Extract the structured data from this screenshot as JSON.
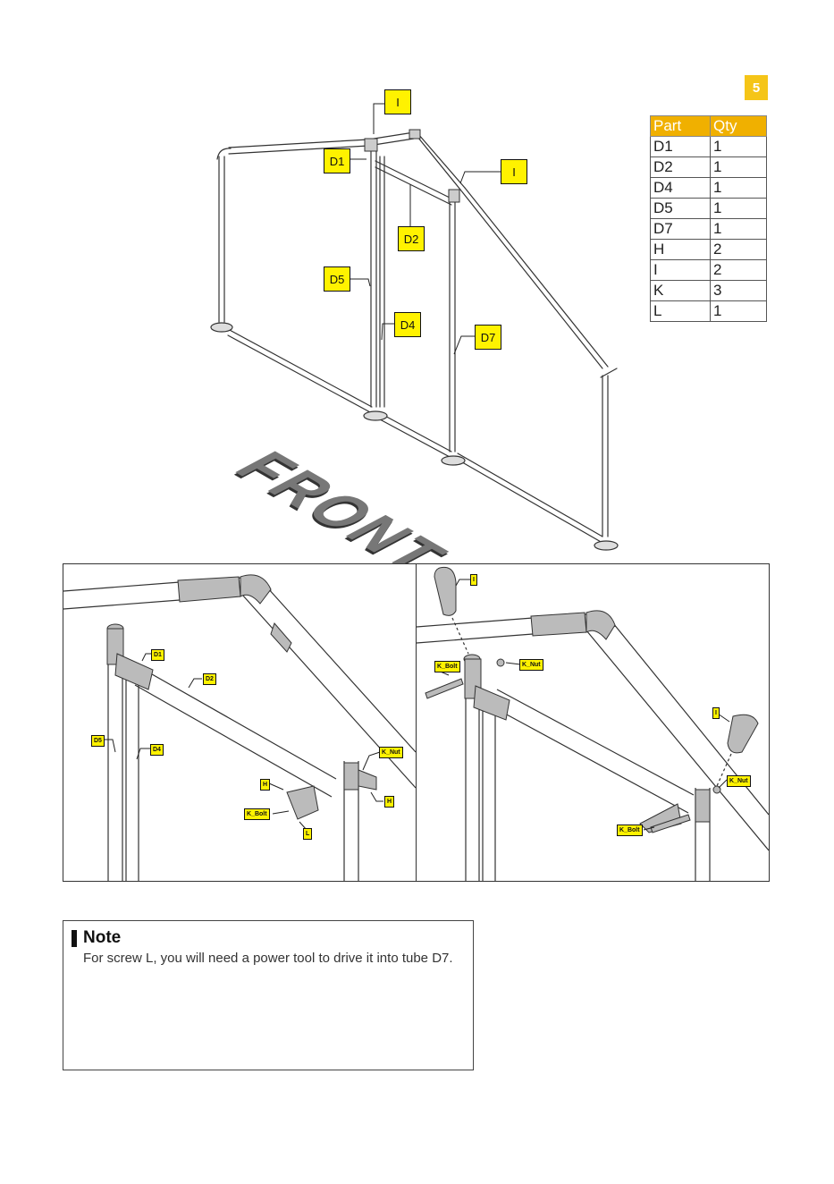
{
  "step_number": "5",
  "parts_table": {
    "headers": [
      "Part",
      "Qty"
    ],
    "rows": [
      [
        "D1",
        "1"
      ],
      [
        "D2",
        "1"
      ],
      [
        "D4",
        "1"
      ],
      [
        "D5",
        "1"
      ],
      [
        "D7",
        "1"
      ],
      [
        "H",
        "2"
      ],
      [
        "I",
        "2"
      ],
      [
        "K",
        "3"
      ],
      [
        "L",
        "1"
      ]
    ]
  },
  "main_diagram": {
    "labels": [
      "I",
      "D1",
      "I",
      "D2",
      "D5",
      "D4",
      "D7"
    ],
    "front_text": "FRONT"
  },
  "detail_left": {
    "labels": [
      "D1",
      "D2",
      "D5",
      "D4",
      "K_Nut",
      "H",
      "H",
      "K_Bolt",
      "L"
    ]
  },
  "detail_right": {
    "labels": [
      "I",
      "K_Bolt",
      "K_Nut",
      "I",
      "K_Nut",
      "K_Bolt"
    ]
  },
  "note": {
    "title": "Note",
    "body": "For screw L, you will need a power tool to drive it into tube D7."
  },
  "colors": {
    "label_bg": "#fff200",
    "badge": "#f5c518",
    "table_header": "#f0b000"
  }
}
